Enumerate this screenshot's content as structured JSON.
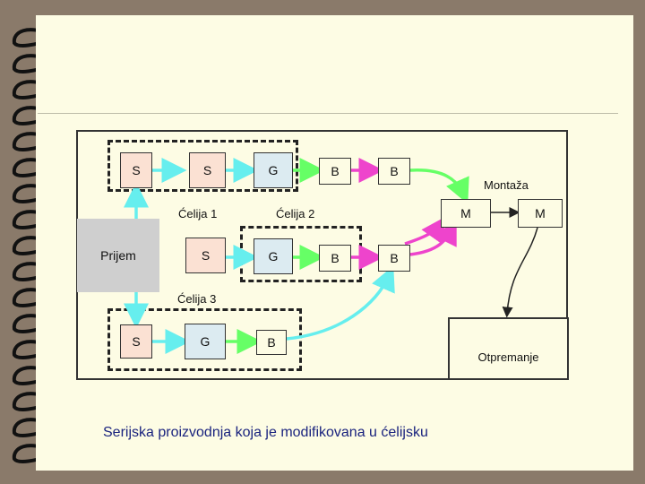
{
  "colors": {
    "cyan_arrow": "#66eeee",
    "green_arrow": "#66ff66",
    "magenta_arrow": "#ee44cc",
    "s_fill": "#fbe1d3",
    "g_fill": "#dcebf1",
    "prijem_fill": "#cfcfcf"
  },
  "diagram": {
    "row1": {
      "s1": "S",
      "s2": "S",
      "g": "G",
      "b1": "B",
      "b2": "B"
    },
    "row2": {
      "s": "S",
      "g": "G",
      "b1": "B",
      "b2": "B"
    },
    "row3": {
      "s1": "S",
      "g": "G",
      "b": "B"
    },
    "prijem": "Prijem",
    "montaza_label": "Montaža",
    "m1": "M",
    "m2": "M",
    "otpremanje": "Otpremanje",
    "celija1": "Ćelija 1",
    "celija2": "Ćelija 2",
    "celija3": "Ćelija 3"
  },
  "caption": "Serijska proizvodnja koja je modifikovana u ćelijsku"
}
